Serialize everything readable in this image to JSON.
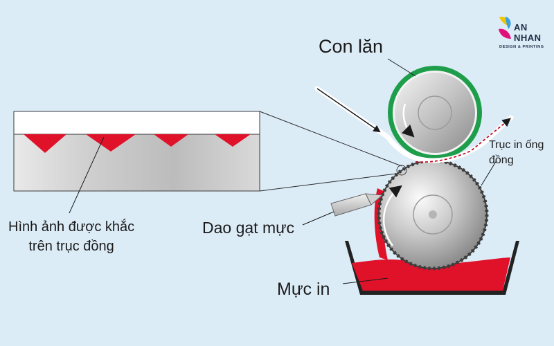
{
  "labels": {
    "roller": "Con lăn",
    "plate_cylinder_line1": "Trục in ống",
    "plate_cylinder_line2": "đồng",
    "engraved_line1": "Hình ảnh được khắc",
    "engraved_line2": "trên trục đồng",
    "doctor_blade": "Dao gạt mực",
    "ink": "Mực in"
  },
  "logo": {
    "line1": "AN",
    "line2": "NHAN",
    "tagline": "DESIGN & PRINTING"
  },
  "colors": {
    "background": "#dcecf7",
    "roller_ring": "#1e9e4a",
    "ink": "#e0122a",
    "metal_light": "#f2f2f2",
    "metal_dark": "#8c8c8c",
    "arrow": "#1a1a1a"
  }
}
